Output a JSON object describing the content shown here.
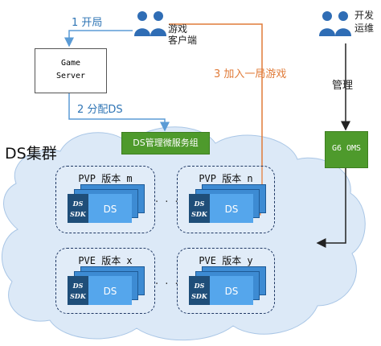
{
  "game_server": {
    "line1": "Game",
    "line2": "Server"
  },
  "player_client_label_1": "游戏",
  "player_client_label_2": "客户端",
  "ops_label_1": "开发",
  "ops_label_2": "运维",
  "arrows": {
    "step1": "1 开局",
    "step2": "2 分配DS",
    "step3": "3 加入一局游戏",
    "manage": "管理"
  },
  "ds_manager": "DS管理微服务组",
  "g6oms": "G6 OMS",
  "cluster_title": "DS集群",
  "groups": [
    {
      "title": "PVP 版本 m",
      "ds": "DS",
      "sdk1": "DS",
      "sdk2": "SDK"
    },
    {
      "title": "PVP 版本 n",
      "ds": "DS",
      "sdk1": "DS",
      "sdk2": "SDK"
    },
    {
      "title": "PVE 版本 x",
      "ds": "DS",
      "sdk1": "DS",
      "sdk2": "SDK"
    },
    {
      "title": "PVE 版本 y",
      "ds": "DS",
      "sdk1": "DS",
      "sdk2": "SDK"
    }
  ],
  "ellipsis": "· · ·",
  "colors": {
    "blue_arrow": "#5b9bd5",
    "orange_arrow": "#e07b39",
    "green": "#4e9a2c",
    "ds_dark": "#1f4e79",
    "ds_light": "#55a6ec",
    "cloud": "#dce9f7"
  },
  "icons": [
    "users-icon",
    "users-icon"
  ]
}
